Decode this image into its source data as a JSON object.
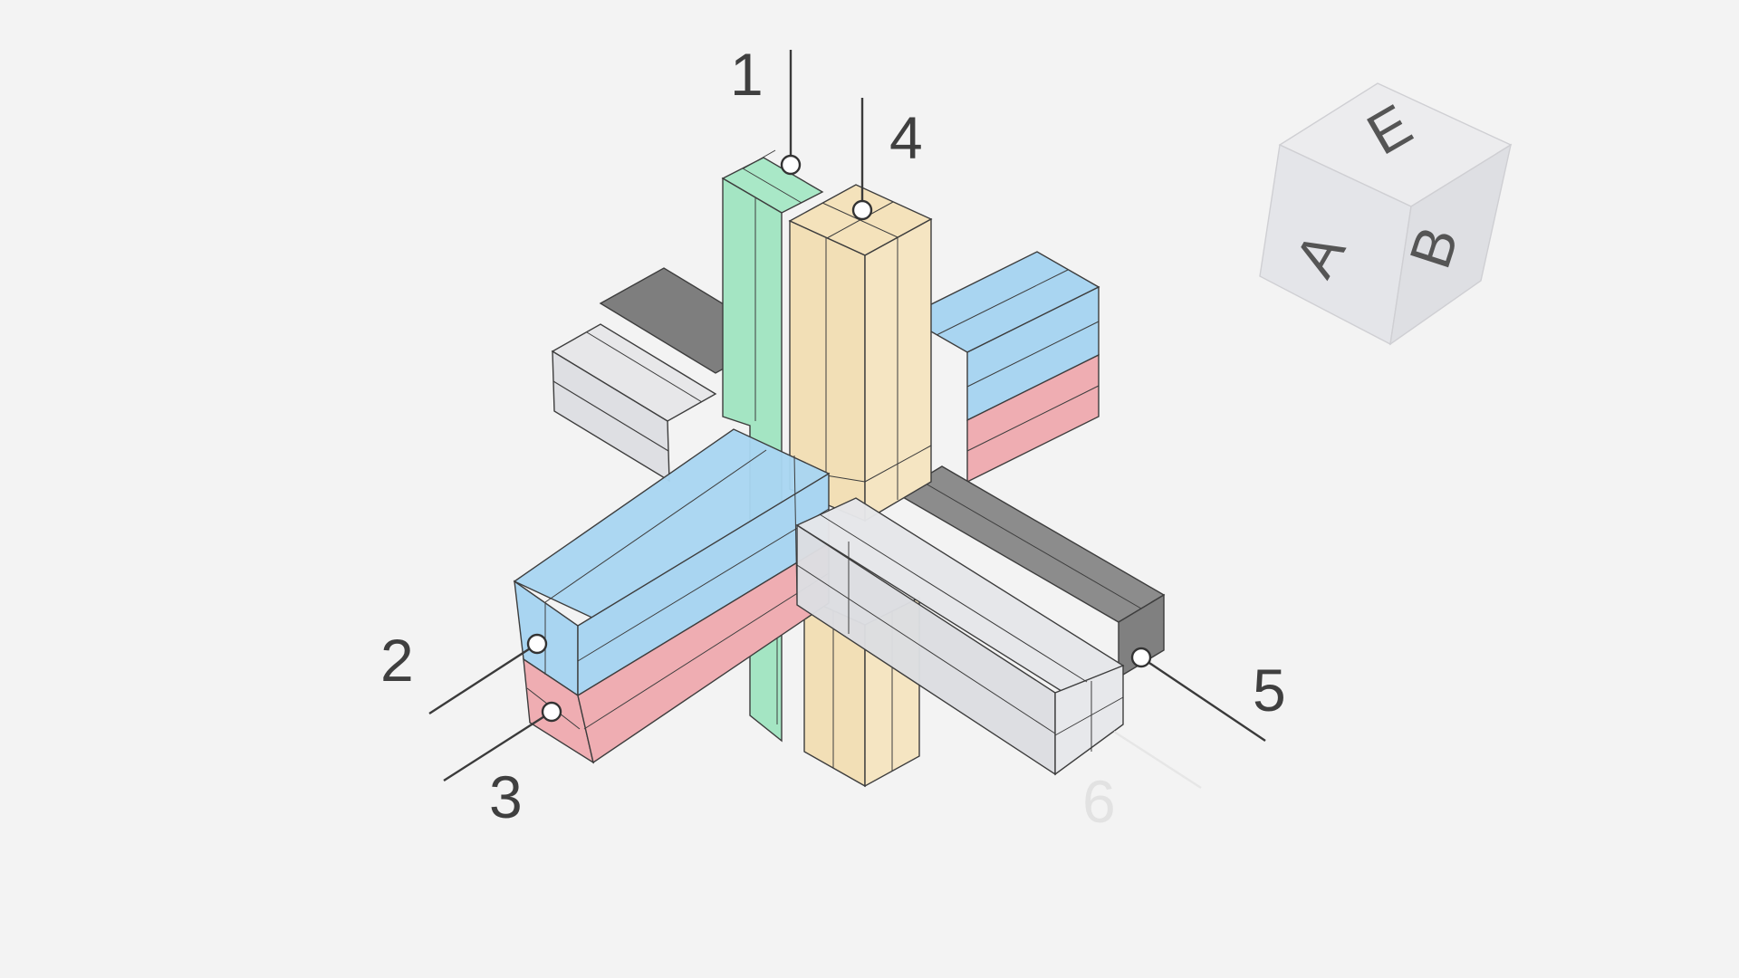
{
  "callouts": [
    {
      "label": "1"
    },
    {
      "label": "2"
    },
    {
      "label": "3"
    },
    {
      "label": "4"
    },
    {
      "label": "5"
    },
    {
      "label": "6"
    }
  ],
  "view_cube": {
    "face_left": "A",
    "face_right": "B",
    "face_top": "E"
  },
  "colors": {
    "background": "#f3f3f3",
    "green": "#a6e8c6",
    "yellow": "#f3e1b9",
    "blue": "#a8d6f3",
    "red": "#f0aeb3",
    "light_gray": "#e2e3e6",
    "dark_gray": "#8a8a8a",
    "outline": "#3d3d3d"
  }
}
